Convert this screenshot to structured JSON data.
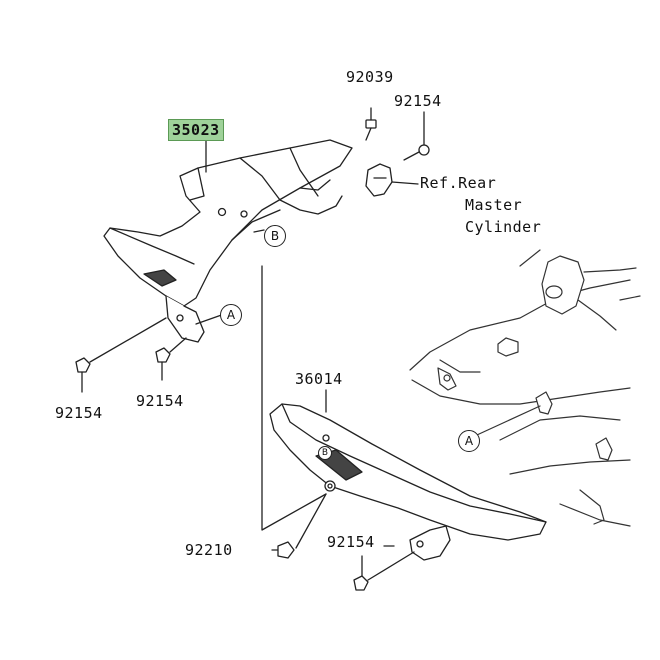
{
  "parts": {
    "p92039": "92039",
    "p92154_top": "92154",
    "p35023": "35023",
    "ref_line1": "Ref.Rear",
    "ref_line2": "Master",
    "ref_line3": "Cylinder",
    "p92154_left1": "92154",
    "p92154_left2": "92154",
    "p36014": "36014",
    "p92210": "92210",
    "p92154_bottom": "92154"
  },
  "callouts": {
    "a_upper": "A",
    "a_lower": "A",
    "b_upper": "B",
    "b_lower": "B"
  },
  "colors": {
    "highlight": "#9fd29a",
    "line": "#222222"
  }
}
